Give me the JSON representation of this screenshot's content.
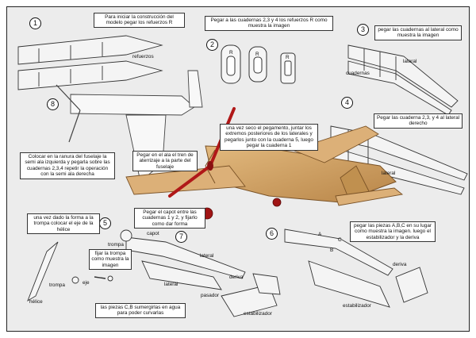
{
  "steps": [
    "1",
    "2",
    "3",
    "4",
    "5",
    "6",
    "7",
    "8"
  ],
  "notes": {
    "n1": "Para iniciar la construcción del modelo pegar los refuerzos R",
    "n2": "Pegar a las cuadernas 2,3 y 4 los refuerzos R como muestra la imagen",
    "n3": "pegar las cuadernas al lateral como muestra la imagen",
    "n4": "Pegar las cuaderna 2,3, y 4 al lateral derecho",
    "n5": "una vez seco el pegamento, juntar los extremos posteriores de los laterales y pegarlos junto con la cuaderna 5, luego pegar la cuaderna 1",
    "n6": "pegar las piezas A,B,C en su lugar como muestra la imagen. luego el estabilizador y la deriva",
    "n7": "Pegar el capot entre las cuadernas 1 y 2, y fijarlo como dar forma",
    "n8": "Colocar en la ranura del fuselaje la semi ala izquierda y pegarla sobre las cuadernas 2,3,4 repetir la operación con la semi ala derecha",
    "n9": "Pegar en el ala el tren de aterrizaje a la parte del fuselaje",
    "n10": "una vez dado la forma a la trompa colocar el eje de la hélice",
    "n11": "fijar la trompa como muestra la imagen",
    "n12": "las piezas C,B sumergirlas en agua para poder curvarlas"
  },
  "labels": {
    "refuerzos": "refuerzos",
    "R1": "R",
    "R2": "R",
    "R3": "R",
    "lateral_3": "lateral",
    "cuadernas": "cuadernas",
    "lateral_4": "lateral",
    "A": "A",
    "B": "B",
    "C": "C",
    "deriva_6": "deriva",
    "estabilizador_6": "estabilizador",
    "capot": "capot",
    "trompa_1": "trompa",
    "trompa_2": "trompa",
    "eje": "eje",
    "helice": "hélice",
    "lateral_7a": "lateral",
    "lateral_7b": "lateral",
    "deriva_7": "deriva",
    "pasador": "pasador",
    "estabilizador_7": "estabilizador"
  },
  "colors": {
    "wood": "#d4a56a",
    "wood_dark": "#a8763e",
    "propeller": "#b01818",
    "outline": "#333333"
  }
}
